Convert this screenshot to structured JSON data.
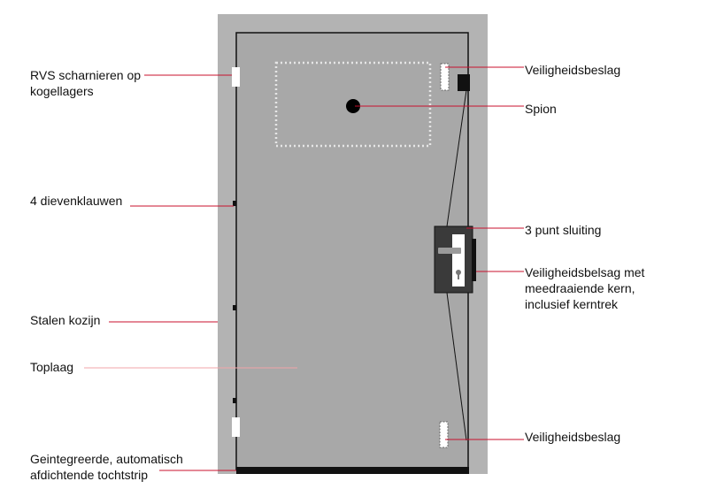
{
  "colors": {
    "frame": "#b3b3b3",
    "door": "#a8a8a8",
    "outline": "#111111",
    "leader": "#c8102e",
    "hinge": "#ffffff",
    "lock_case": "#3a3a3a"
  },
  "labels": {
    "hinges": "RVS scharnieren op\nkogellagers",
    "claws": "4 dievenklauwen",
    "frame": "Stalen kozijn",
    "top_layer": "Toplaag",
    "draught_strip": "Geintegreerde, automatisch\nafdichtende tochtstrip",
    "security_fitting_top": "Veiligheidsbeslag",
    "peephole": "Spion",
    "three_point_lock": "3 punt sluiting",
    "security_fitting_lock": "Veiligheidsbelsag met\nmeedraaiende kern,\ninclusief kerntrek",
    "security_fitting_bottom": "Veiligheidsbeslag"
  },
  "icons": {
    "peephole": "peephole-dot-icon",
    "handle": "door-handle-icon",
    "keyhole": "keyhole-icon"
  }
}
